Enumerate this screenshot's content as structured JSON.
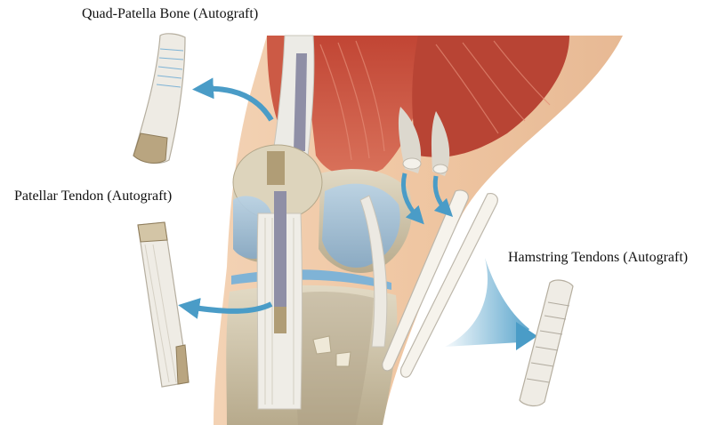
{
  "labels": {
    "quad_patella": "Quad-Patella Bone (Autograft)",
    "patellar_tendon": "Patellar Tendon (Autograft)",
    "hamstring_tendons": "Hamstring Tendons (Autograft)"
  },
  "colors": {
    "skin": "#efc8a4",
    "muscle": "#c9503e",
    "muscle_dark": "#a83a2c",
    "tendon": "#eeeae2",
    "bone": "#d8cfb6",
    "bone_shadow": "#a99c80",
    "cartilage": "#9fbfd8",
    "arrow": "#4a9cc7",
    "graft_bone": "#b9a580"
  },
  "icons": [
    "curved-arrow",
    "tendon-graft",
    "bone-plug"
  ]
}
